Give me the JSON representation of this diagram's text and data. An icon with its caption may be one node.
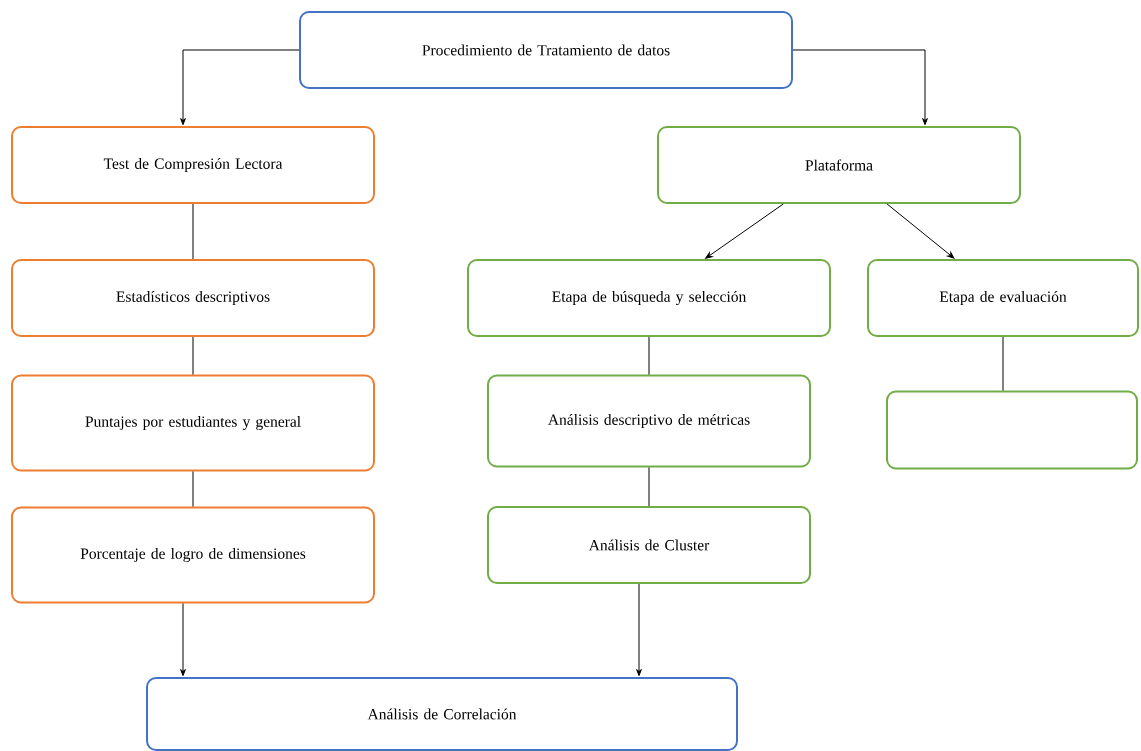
{
  "diagram": {
    "nodes": [
      {
        "text": [
          "Procedimiento de Tratamiento de datos"
        ]
      },
      {
        "text": [
          "Test de Compresión Lectora"
        ]
      },
      {
        "text": [
          "Estadísticos descriptivos"
        ]
      },
      {
        "text": [
          "Puntajes por estudiantes y general"
        ]
      },
      {
        "text": [
          "Porcentaje de logro de dimensiones"
        ]
      },
      {
        "text": [
          "Plataforma"
        ]
      },
      {
        "text": [
          "Etapa de búsqueda y selección"
        ]
      },
      {
        "text": [
          "Etapa de evaluación"
        ]
      },
      {
        "text": [
          "Análisis descriptivo de métricas"
        ]
      },
      {
        "text": [
          "Análisis de Cluster"
        ]
      },
      {
        "text": [],
        "shape": "box"
      },
      {
        "text": [
          "Análisis de Correlación"
        ]
      }
    ],
    "edges": [
      {
        "from": 0,
        "to": 1,
        "arrow": "to"
      },
      {
        "from": 0,
        "to": 5,
        "arrow": "to"
      },
      {
        "from": 1,
        "to": 2,
        "arrow": "none"
      },
      {
        "from": 2,
        "to": 3,
        "arrow": "none"
      },
      {
        "from": 3,
        "to": 4,
        "arrow": "none"
      },
      {
        "from": 4,
        "to": 11,
        "arrow": "to"
      },
      {
        "from": 5,
        "to": 6,
        "arrow": "to"
      },
      {
        "from": 5,
        "to": 7,
        "arrow": "to"
      },
      {
        "from": 6,
        "to": 8,
        "arrow": "none"
      },
      {
        "from": 8,
        "to": 9,
        "arrow": "none"
      },
      {
        "from": 9,
        "to": 11,
        "arrow": "to"
      },
      {
        "from": 7,
        "to": 10,
        "arrow": "none"
      }
    ]
  }
}
